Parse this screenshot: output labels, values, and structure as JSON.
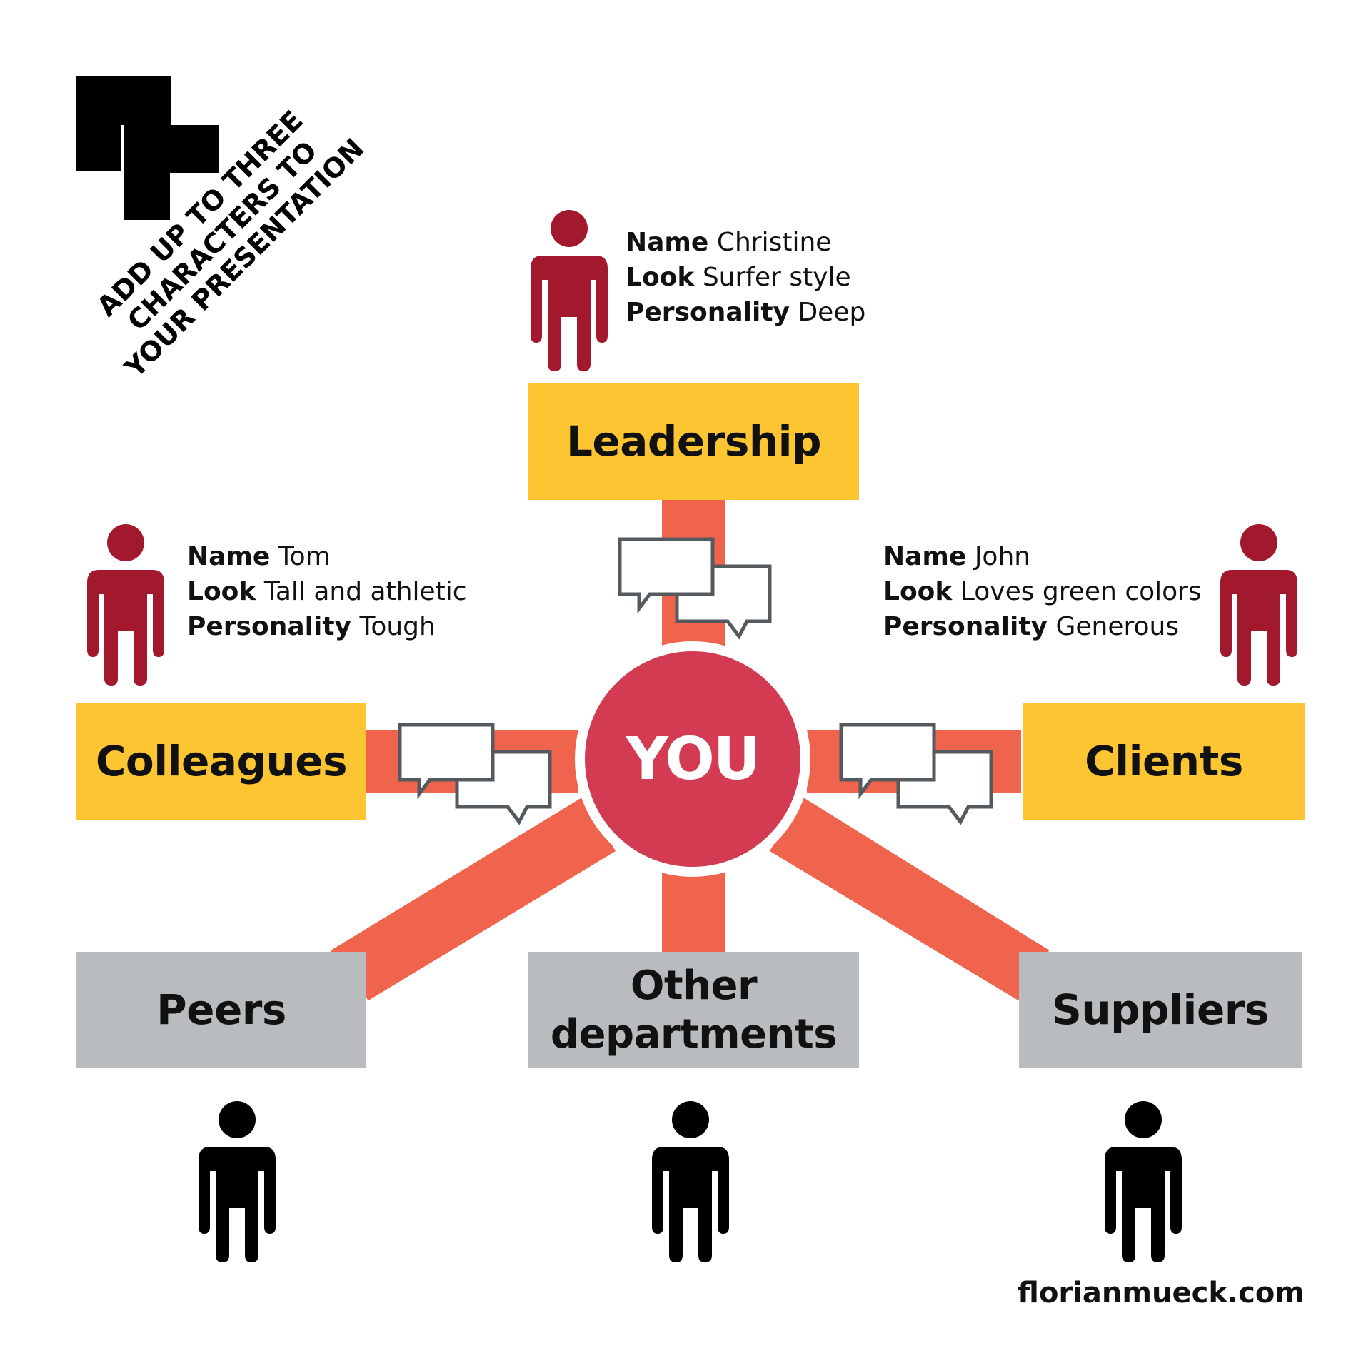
{
  "tagline": [
    "ADD UP TO THREE",
    "CHARACTERS TO",
    "YOUR PRESENTATION"
  ],
  "center": {
    "label": "YOU"
  },
  "groups": {
    "leadership": "Leadership",
    "colleagues": "Colleagues",
    "clients": "Clients",
    "peers": "Peers",
    "other": [
      "Other",
      "departments"
    ],
    "suppliers": "Suppliers"
  },
  "characters": {
    "christine": {
      "name_key": "Name",
      "name": "Christine",
      "look_key": "Look",
      "look": "Surfer style",
      "personality_key": "Personality",
      "personality": "Deep"
    },
    "tom": {
      "name_key": "Name",
      "name": "Tom",
      "look_key": "Look",
      "look": "Tall and athletic",
      "personality_key": "Personality",
      "personality": "Tough"
    },
    "john": {
      "name_key": "Name",
      "name": "John",
      "look_key": "Look",
      "look": "Loves green colors",
      "personality_key": "Personality",
      "personality": "Generous"
    }
  },
  "footer": {
    "site": "florianmueck.com"
  },
  "colors": {
    "yellow": "#fcc531",
    "gray": "#b9bcbf",
    "connector": "#f0644e",
    "you_circle": "#d23b52",
    "character_red": "#a2192d",
    "character_black": "#000000",
    "bubble_stroke": "#555a5e"
  },
  "icons": [
    "logo-icon",
    "person-icon",
    "speech-bubbles-icon"
  ]
}
